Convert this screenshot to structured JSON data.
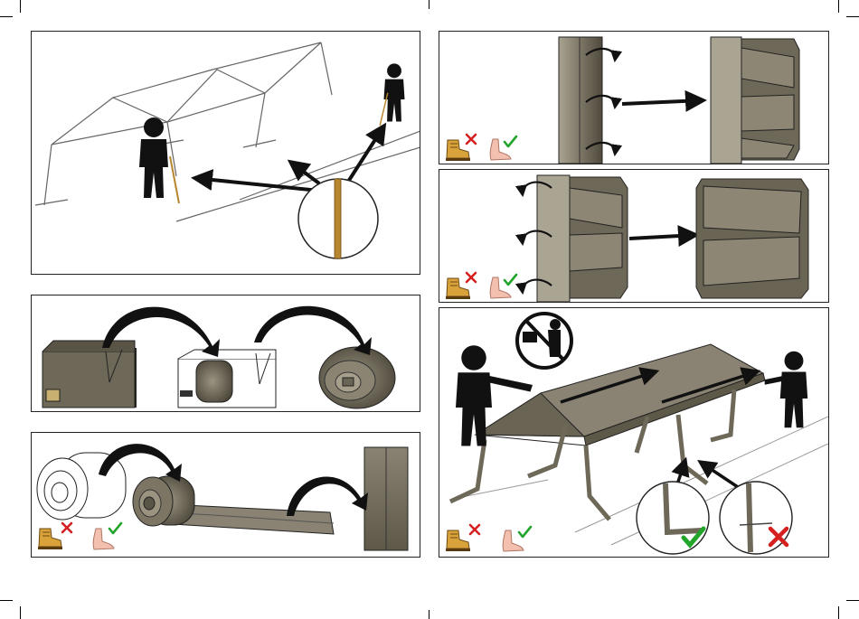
{
  "document": {
    "type": "assembly-instructions",
    "steps": [
      {
        "id": "frame-check",
        "illustration": "two-people-checking-frame-with-pole-detail"
      },
      {
        "id": "unpack",
        "illustration": "bag-opened-and-cover-unrolled"
      },
      {
        "id": "unroll-cover",
        "illustration": "cover-unrolled-flat",
        "footwear": [
          "boot-not-allowed",
          "barefoot-allowed"
        ]
      },
      {
        "id": "unfold-side-1",
        "illustration": "cover-unfold-right",
        "footwear": [
          "boot-not-allowed",
          "barefoot-allowed"
        ]
      },
      {
        "id": "unfold-side-2",
        "illustration": "cover-unfold-left",
        "footwear": [
          "boot-not-allowed",
          "barefoot-allowed"
        ]
      },
      {
        "id": "pull-cover",
        "illustration": "two-people-pulling-cover-over-frame",
        "footwear": [
          "boot-not-allowed",
          "barefoot-allowed"
        ],
        "symbols": [
          "no-lifting-sign",
          "correct-leg-check",
          "wrong-leg-cross"
        ]
      }
    ]
  },
  "colors": {
    "outline": "#222222",
    "fabric": "#8a8373",
    "fabric_dark": "#5e5848",
    "fabric_light": "#b3ad9c",
    "pole": "#b8862e",
    "check": "#22a52a",
    "cross": "#d62020",
    "boot": "#d9a23a",
    "skin": "#f3c0b0",
    "figure": "#111111",
    "arrow": "#111111"
  },
  "icons": [
    "boot-icon",
    "barefoot-icon",
    "check-icon",
    "cross-icon",
    "no-lift-icon",
    "person-icon",
    "arrow-icon"
  ]
}
